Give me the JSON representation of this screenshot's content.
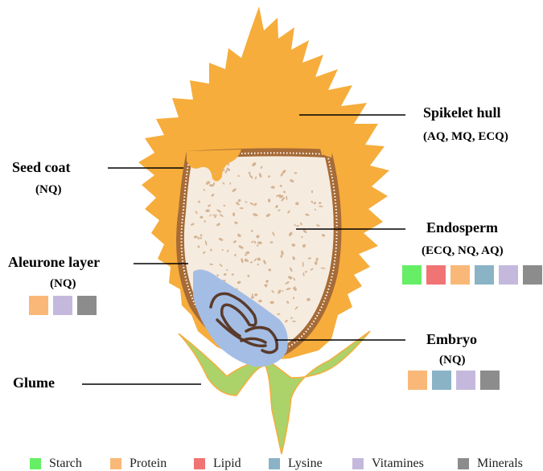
{
  "parts": {
    "spikelet_hull": {
      "name": "Spikelet hull",
      "qualities": "(AQ, MQ, ECQ)"
    },
    "seed_coat": {
      "name": "Seed coat",
      "qualities": "(NQ)"
    },
    "endosperm": {
      "name": "Endosperm",
      "qualities": "(ECQ, NQ, AQ)",
      "nutrients": [
        "Starch",
        "Lipid",
        "Protein",
        "Lysine",
        "Vitamines",
        "Minerals"
      ]
    },
    "aleurone_layer": {
      "name": "Aleurone layer",
      "qualities": "(NQ)",
      "nutrients": [
        "Protein",
        "Vitamines",
        "Minerals"
      ]
    },
    "embryo": {
      "name": "Embryo",
      "qualities": "(NQ)",
      "nutrients": [
        "Protein",
        "Lysine",
        "Vitamines",
        "Minerals"
      ]
    },
    "glume": {
      "name": "Glume"
    }
  },
  "legend": [
    {
      "label": "Starch",
      "color": "#66ee66"
    },
    {
      "label": "Protein",
      "color": "#f9b877"
    },
    {
      "label": "Lipid",
      "color": "#f07474"
    },
    {
      "label": "Lysine",
      "color": "#8ab3c6"
    },
    {
      "label": "Vitamines",
      "color": "#c4b9dd"
    },
    {
      "label": "Minerals",
      "color": "#8c8c8c"
    }
  ],
  "colors": {
    "hull": "#f6ad3c",
    "seed_coat": "#a66b37",
    "endosperm": "#f6ebdf",
    "speckle": "#d4b493",
    "embryo": "#a4bde5",
    "embryo_lines": "#5a3a2a",
    "glume": "#acd26a"
  }
}
